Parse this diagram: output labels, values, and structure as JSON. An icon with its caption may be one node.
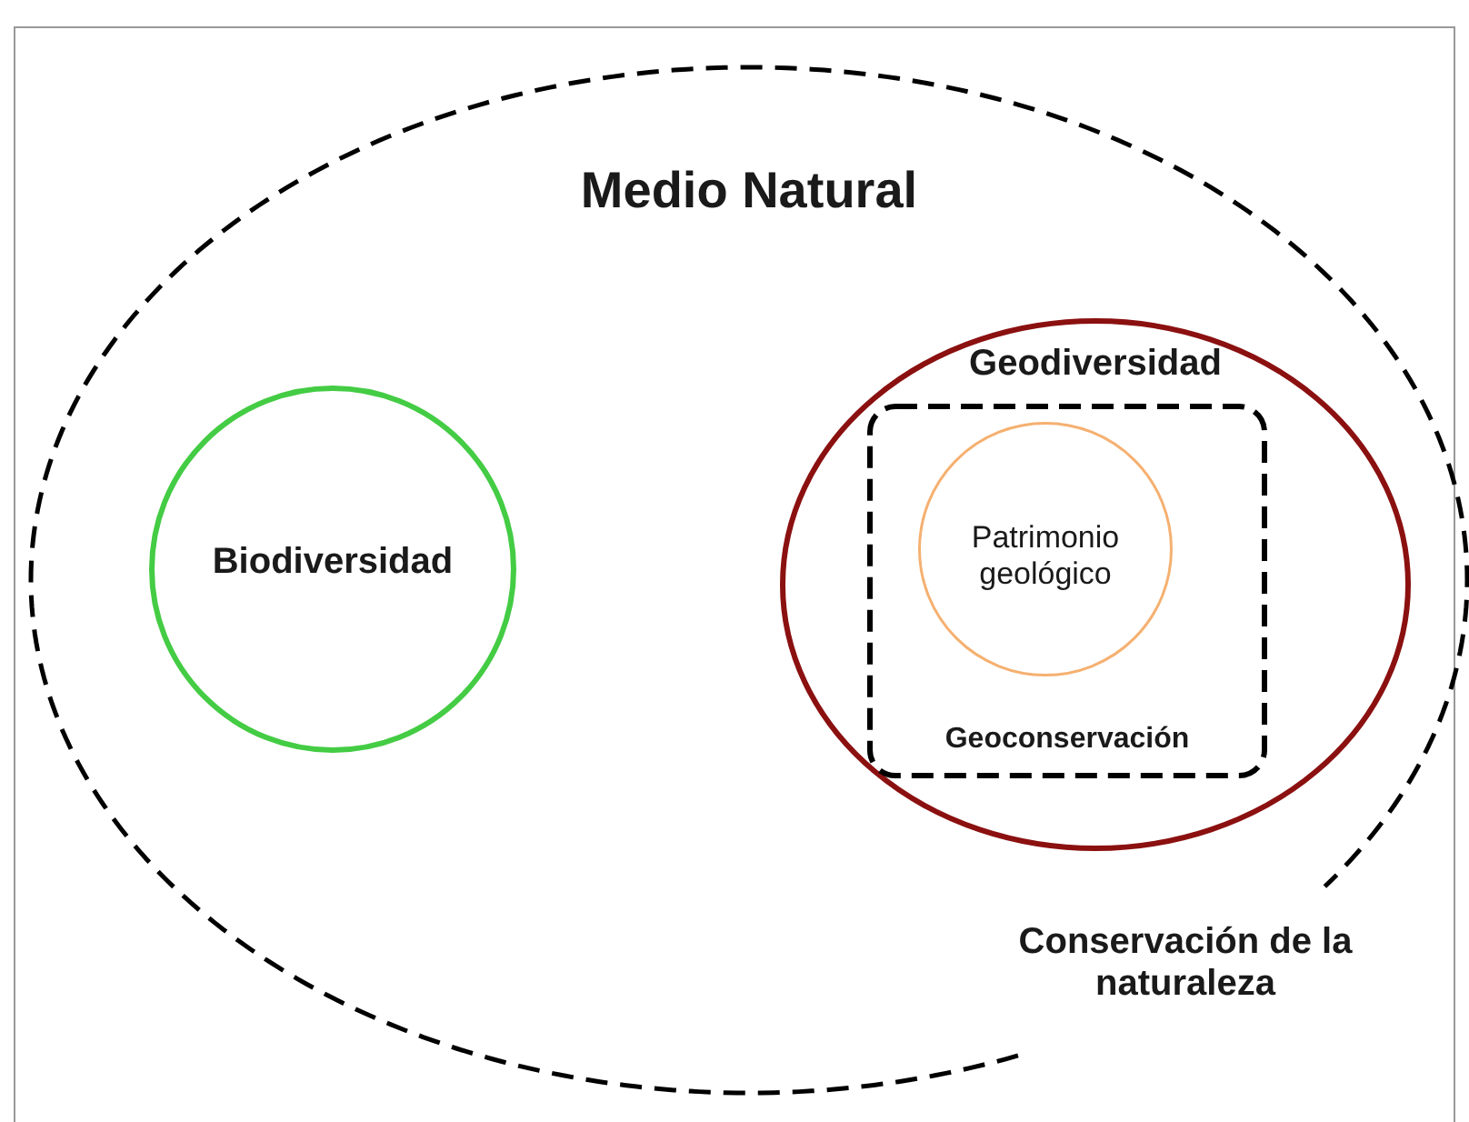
{
  "diagram": {
    "nodes": [
      {
        "text": [
          "Medio Natural",
          "Conservación de la naturaleza"
        ]
      },
      {
        "text": [
          "Biodiversidad"
        ],
        "in": 0
      },
      {
        "text": [
          "Geodiversidad"
        ],
        "in": 0
      },
      {
        "text": [
          "Geoconservación"
        ],
        "in": 2
      },
      {
        "text": [
          "Patrimonio geológico"
        ],
        "in": 3
      }
    ]
  }
}
